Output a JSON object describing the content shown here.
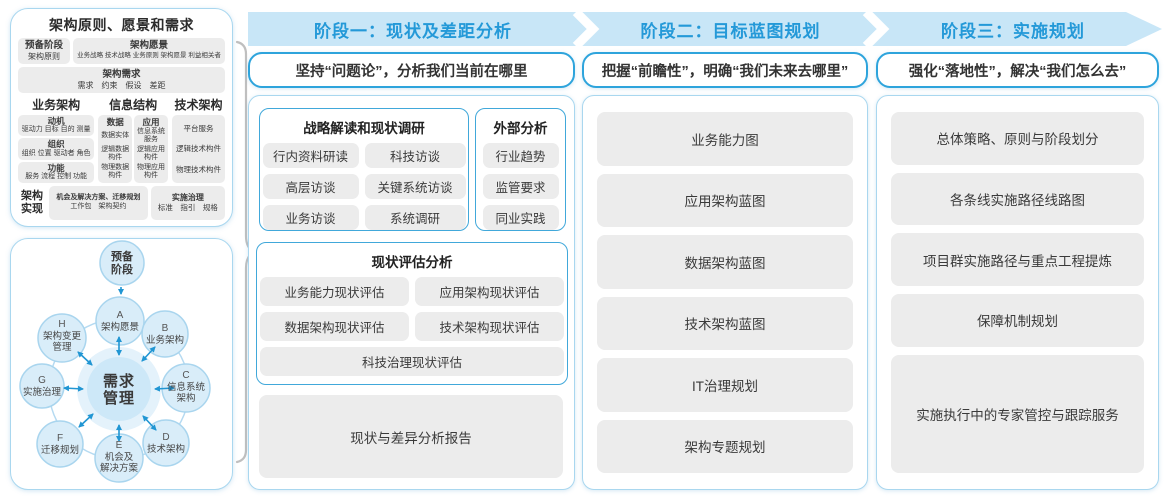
{
  "colors": {
    "band_bg": "#c8e6f7",
    "band_text": "#2499d8",
    "accent_border": "#2ea4dc",
    "panel_border": "#a9d7ef",
    "item_bg": "#ececec",
    "arrow_blue": "#2196d3",
    "circle_fill": "#d9edf9",
    "circle_border": "#a9d5ee"
  },
  "left_panel": {
    "title": "架构原则、愿景和需求",
    "row1": [
      {
        "title": "预备阶段",
        "sub": "架构原则"
      },
      {
        "title": "架构愿景",
        "sub": "业务战略 技术战略 业务原则 架构愿景 利益相关者"
      }
    ],
    "row2": {
      "title": "架构需求",
      "sub": "需求　约束　假设　差距"
    },
    "col_headers": [
      "业务架构",
      "信息结构",
      "技术架构"
    ],
    "business_boxes": [
      {
        "title": "动机",
        "sub": "驱动力 目标 目的 测量"
      },
      {
        "title": "组织",
        "sub": "组织 位置 驱动者 角色"
      },
      {
        "title": "功能",
        "sub": "服务 流程 控制 功能"
      }
    ],
    "info_boxes": [
      {
        "title": "数据",
        "items": [
          "数据实体",
          "逻辑数据构件",
          "物理数据构件"
        ]
      },
      {
        "title": "应用",
        "items": [
          "信息系统服务",
          "逻辑应用构件",
          "物理应用构件"
        ]
      }
    ],
    "tech_box": {
      "items": [
        "平台服务",
        "逻辑技术构件",
        "物理技术构件"
      ]
    },
    "realization": {
      "header": "架构实现",
      "boxes": [
        {
          "title": "机会及解决方案、迁移规划",
          "sub": "工作包　架构契约"
        },
        {
          "title": "实施治理",
          "sub": "标准　指引　规格"
        }
      ]
    }
  },
  "adm_cycle": {
    "prep_line1": "预备",
    "prep_line2": "阶段",
    "center_line1": "需求",
    "center_line2": "管理",
    "nodes": [
      {
        "letter": "A",
        "line1": "架构愿景",
        "line2": ""
      },
      {
        "letter": "B",
        "line1": "业务架构",
        "line2": ""
      },
      {
        "letter": "C",
        "line1": "信息系统",
        "line2": "架构"
      },
      {
        "letter": "D",
        "line1": "技术架构",
        "line2": ""
      },
      {
        "letter": "E",
        "line1": "机会及",
        "line2": "解决方案"
      },
      {
        "letter": "F",
        "line1": "迁移规划",
        "line2": ""
      },
      {
        "letter": "G",
        "line1": "实施治理",
        "line2": ""
      },
      {
        "letter": "H",
        "line1": "架构变更",
        "line2": "管理"
      }
    ]
  },
  "phases": [
    {
      "banner": "阶段一：现状及差距分析",
      "subtitle": "坚持“问题论”，分析我们当前在哪里"
    },
    {
      "banner": "阶段二：目标蓝图规划",
      "subtitle": "把握“前瞻性”，明确“我们未来去哪里”",
      "items": [
        "业务能力图",
        "应用架构蓝图",
        "数据架构蓝图",
        "技术架构蓝图",
        "IT治理规划",
        "架构专题规划"
      ]
    },
    {
      "banner": "阶段三：实施规划",
      "subtitle": "强化“落地性”，解决“我们怎么去”",
      "items": [
        "总体策略、原则与阶段划分",
        "各条线实施路径线路图",
        "项目群实施路径与重点工程提炼",
        "保障机制规划",
        "实施执行中的专家管控与跟踪服务"
      ]
    }
  ],
  "phase1_detail": {
    "research": {
      "title": "战略解读和现状调研",
      "items": [
        "行内资料研读",
        "科技访谈",
        "高层访谈",
        "关键系统访谈",
        "业务访谈",
        "系统调研"
      ]
    },
    "external": {
      "title": "外部分析",
      "items": [
        "行业趋势",
        "监管要求",
        "同业实践"
      ]
    },
    "assessment": {
      "title": "现状评估分析",
      "items": [
        "业务能力现状评估",
        "应用架构现状评估",
        "数据架构现状评估",
        "技术架构现状评估",
        "科技治理现状评估"
      ]
    },
    "report": "现状与差异分析报告"
  }
}
